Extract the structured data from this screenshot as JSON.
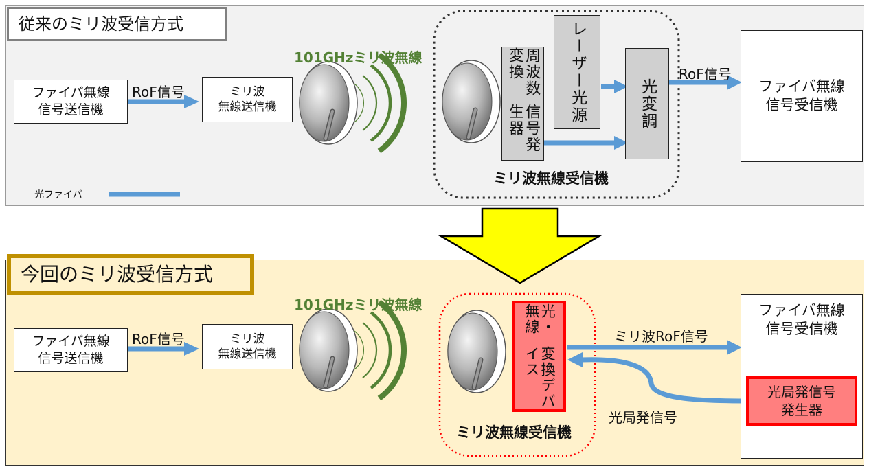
{
  "top": {
    "title": "従来のミリ波受信方式",
    "tx_box": "ファイバ無線\n信号送信機",
    "rof_label": "RoF信号",
    "mm_tx_box": "ミリ波\n無線送信機",
    "mm_label": "101GHzミリ波無線",
    "freq_conv": "周波数変換",
    "sig_gen": "信号発生器",
    "laser": "レーザー光源",
    "modulator": "光変調",
    "rof_label2": "RoF信号",
    "rx_box": "ファイバ無線\n信号受信機",
    "receiver_label": "ミリ波無線受信機",
    "legend_label": "光ファイバ"
  },
  "bottom": {
    "title": "今回のミリ波受信方式",
    "tx_box": "ファイバ無線\n信号送信機",
    "rof_label": "RoF信号",
    "mm_tx_box": "ミリ波\n無線送信機",
    "mm_label": "101GHzミリ波無線",
    "device_col1": "光・無線",
    "device_col2": "変換デバイス",
    "mm_rof_label": "ミリ波RoF信号",
    "rx_box": "ファイバ無線\n信号受信機",
    "lo_gen": "光局発信号\n発生器",
    "lo_label": "光局発信号",
    "receiver_label": "ミリ波無線受信機"
  },
  "colors": {
    "fiber": "#5b9bd5",
    "wave": "#548235",
    "highlight_fill": "#ff7f7f",
    "highlight_border": "#ff0000",
    "arrow_fill": "#ffff00"
  }
}
